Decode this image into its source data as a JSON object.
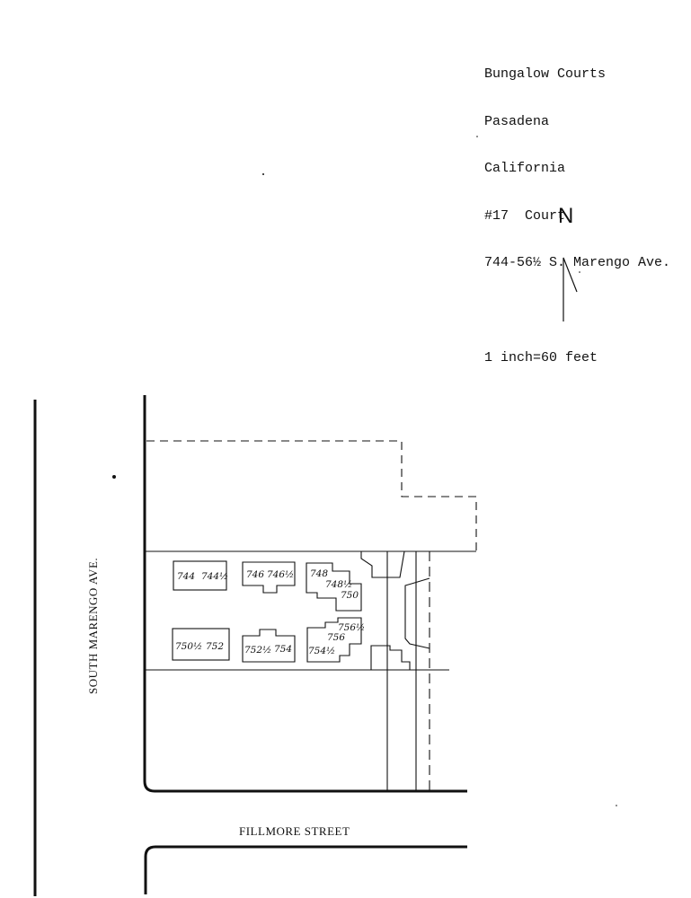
{
  "caption": {
    "line1": "Bungalow Courts",
    "line2": "Pasadena",
    "line3": "California",
    "line4": "#17  Court",
    "line5": "744-56½ S. Marengo Ave.",
    "scale": "1 inch=60 feet"
  },
  "north_label": "N",
  "streets": {
    "west": "SOUTH MARENGO AVE.",
    "south": "FILLMORE STREET"
  },
  "units": {
    "r1b1a": "744",
    "r1b1b": "744½",
    "r1b2a": "746",
    "r1b2b": "746½",
    "r1b3a": "748",
    "r1b3b": "748½",
    "r1b3c": "750",
    "r2b1a": "750½",
    "r2b1b": "752",
    "r2b2a": "752½",
    "r2b2b": "754",
    "r2b3a": "756½",
    "r2b3b": "756",
    "r2b3c": "754½"
  }
}
